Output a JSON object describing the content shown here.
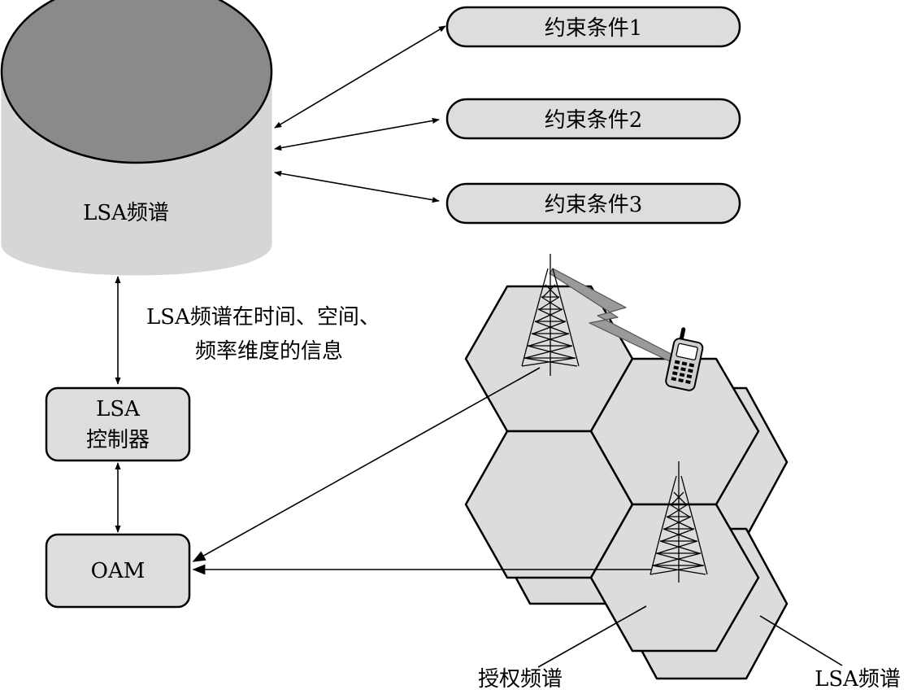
{
  "database": {
    "label": "LSA频谱"
  },
  "constraints": [
    {
      "label": "约束条件1"
    },
    {
      "label": "约束条件2"
    },
    {
      "label": "约束条件3"
    }
  ],
  "info_text": {
    "line1": "LSA频谱在时间、空间、",
    "line2": "频率维度的信息"
  },
  "controller": {
    "line1": "LSA",
    "line2": "控制器"
  },
  "oam": {
    "label": "OAM"
  },
  "cells": {
    "licensed_label": "授权频谱",
    "lsa_label": "LSA频谱"
  },
  "icons": [
    "database-cylinder",
    "cell-tower-icon",
    "mobile-phone-icon",
    "lightning-link-icon"
  ],
  "colors": {
    "cylinder_top": "#8a8a8a",
    "cylinder_body": "#d6d6d6",
    "box_fill": "#dddddd",
    "hex_fill": "#dcdcdc",
    "lightning": "#9a9a9a"
  }
}
